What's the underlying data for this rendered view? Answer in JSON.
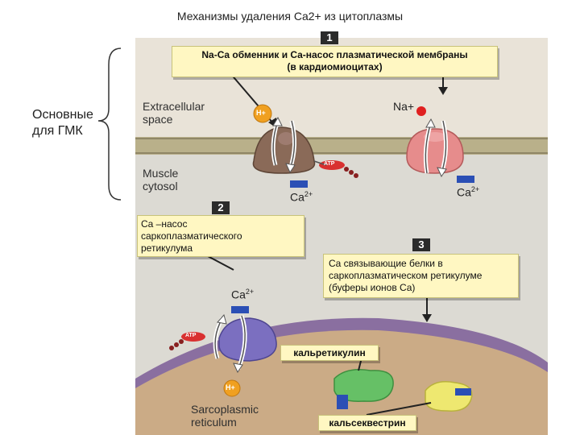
{
  "title": "Механизмы удаления Ca2+ из цитоплазмы",
  "side_note": {
    "line1": "Основные",
    "line2": "для ГМК"
  },
  "box1": {
    "num": "1",
    "line1": "Na-Ca обменник и Ca-насос плазматической мембраны",
    "line2": "(в кардиомиоцитах)"
  },
  "box2": {
    "num": "2",
    "line1": "Ca –насос",
    "line2": "саркоплазматического",
    "line3": "ретикулума"
  },
  "box3": {
    "num": "3",
    "line1": "Ca связывающие белки в",
    "line2": "саркоплазматическом ретикулуме",
    "line3": "(буферы ионов Ca)"
  },
  "regions": {
    "extracellular_1": "Extracellular",
    "extracellular_2": "space",
    "cytosol_1": "Muscle",
    "cytosol_2": "cytosol",
    "sr_1": "Sarcoplasmic",
    "sr_2": "reticulum"
  },
  "ions": {
    "h_plus": "H+",
    "na_plus": "Na+",
    "ca": "Ca",
    "ca_charge": "2+",
    "atp": "ATP"
  },
  "proteins": {
    "calreticulin": "кальретикулин",
    "calsequestrin": "кальсеквестрин"
  },
  "colors": {
    "extracellular": "#e9e3d8",
    "membrane": "#b7ad8a",
    "cytosol": "#d8d6cf",
    "sr_lumen": "#c9aa86",
    "pump_brown": "#8a6a58",
    "exchanger_pink": "#e68c8c",
    "sr_pump_purple": "#7b6fc0",
    "ca_blue": "#2b4fb5",
    "callout": "#fff7c2"
  }
}
